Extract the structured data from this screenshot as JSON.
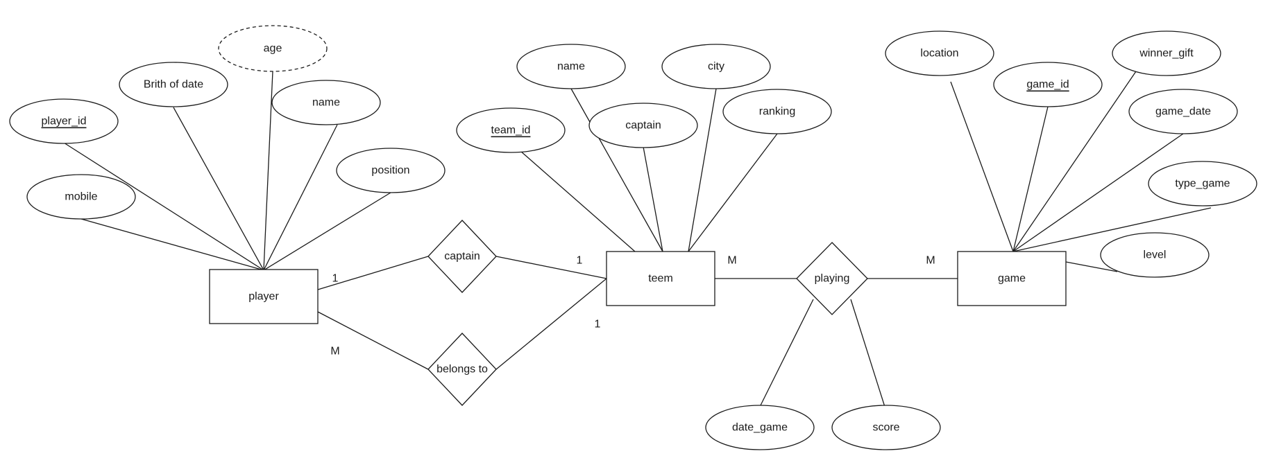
{
  "colors": {
    "stroke": "#1a1a1a",
    "fill": "#ffffff",
    "background": "#ffffff"
  },
  "entities": {
    "player": "player",
    "team": "teem",
    "game": "game"
  },
  "relationships": {
    "captain": "captain",
    "belongs_to": "belongs to",
    "playing": "playing"
  },
  "attributes": {
    "player": {
      "player_id": "player_id",
      "birth_date": "Brith of date",
      "age": "age",
      "name": "name",
      "position": "position",
      "mobile": "mobile"
    },
    "team": {
      "team_id": "team_id",
      "name": "name",
      "captain": "captain",
      "city": "city",
      "ranking": "ranking"
    },
    "game": {
      "location": "location",
      "game_id": "game_id",
      "winner_gift": "winner_gift",
      "game_date": "game_date",
      "type_game": "type_game",
      "level": "level"
    },
    "playing": {
      "date_game": "date_game",
      "score": "score"
    }
  },
  "cardinalities": {
    "captain_player": "1",
    "captain_team": "1",
    "belongs_to_player": "M",
    "belongs_to_team": "1",
    "playing_team": "M",
    "playing_game": "M"
  }
}
